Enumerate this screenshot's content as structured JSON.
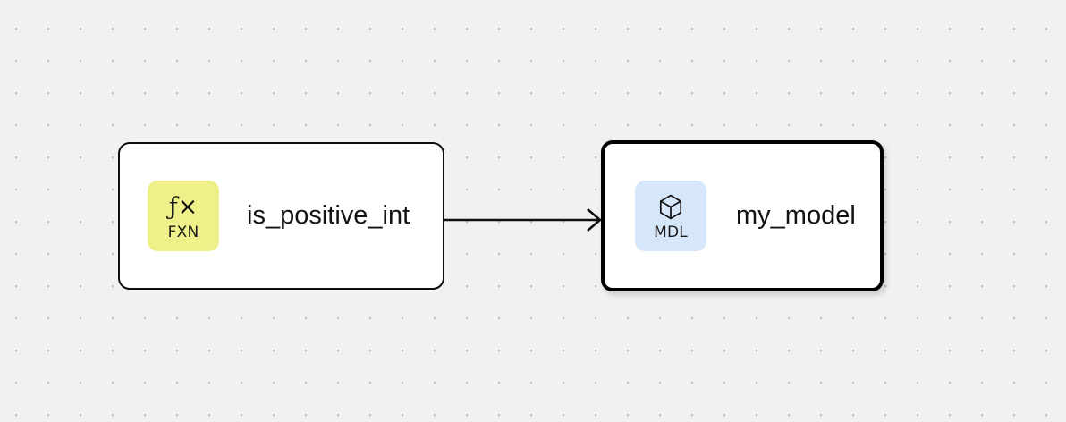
{
  "canvas": {
    "background_color": "#f1f1f1",
    "dot_color": "#bdbdbd",
    "grid_spacing": 36
  },
  "nodes": [
    {
      "id": "fxn",
      "title": "is_positive_int",
      "badge_label": "FXN",
      "badge_glyph": "ƒ×",
      "badge_icon_name": "function-icon",
      "badge_color": "#f0f08a",
      "selected": false
    },
    {
      "id": "mdl",
      "title": "my_model",
      "badge_label": "MDL",
      "badge_icon_name": "cube-icon",
      "badge_color": "#d7e7fa",
      "selected": true
    }
  ],
  "edges": [
    {
      "id": "edge-fxn-to-mdl",
      "source": "fxn",
      "target": "mdl",
      "color": "#111111",
      "arrowhead": "open-chevron"
    }
  ]
}
